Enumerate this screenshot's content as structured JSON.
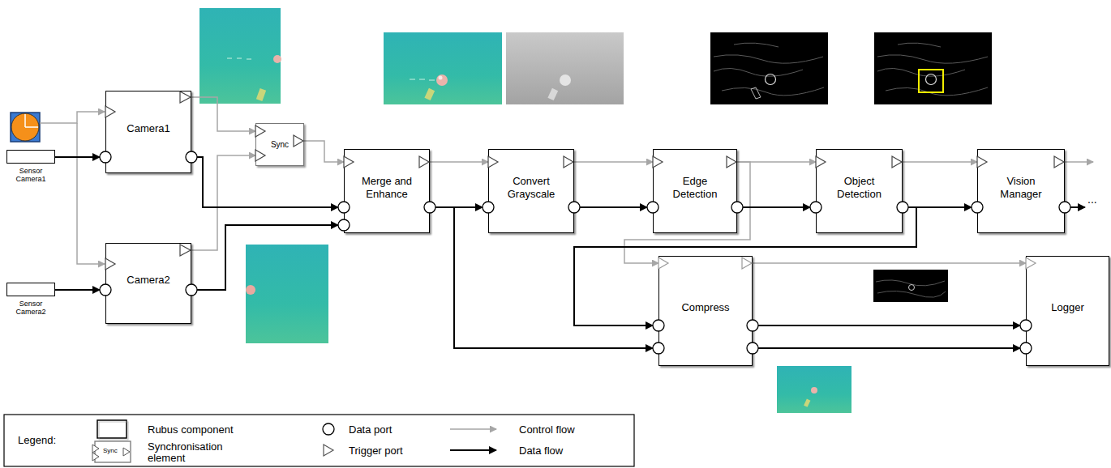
{
  "diagram": {
    "nodes": [
      {
        "text": [
          "Sensor Camera1"
        ]
      },
      {
        "text": [
          "Sensor Camera2"
        ]
      },
      {
        "text": [
          "Camera1"
        ]
      },
      {
        "text": [
          "Camera2"
        ]
      },
      {
        "text": [
          "Sync"
        ]
      },
      {
        "text": [
          "Merge and Enhance"
        ]
      },
      {
        "text": [
          "Convert Grayscale"
        ]
      },
      {
        "text": [
          "Edge Detection"
        ]
      },
      {
        "text": [
          "Object Detection"
        ]
      },
      {
        "text": [
          "Vision Manager"
        ]
      },
      {
        "text": [
          "Compress"
        ]
      },
      {
        "text": [
          "Logger"
        ]
      }
    ],
    "edges": [
      {
        "from": 2,
        "to": 4,
        "arrow": "to"
      },
      {
        "from": 3,
        "to": 4,
        "arrow": "to"
      },
      {
        "from": 4,
        "to": 5,
        "arrow": "to"
      },
      {
        "from": 5,
        "to": 6,
        "arrow": "to"
      },
      {
        "from": 6,
        "to": 7,
        "arrow": "to"
      },
      {
        "from": 7,
        "to": 8,
        "arrow": "to"
      },
      {
        "from": 7,
        "to": 10,
        "arrow": "to"
      },
      {
        "from": 8,
        "to": 9,
        "arrow": "to"
      },
      {
        "from": 10,
        "to": 11,
        "arrow": "to"
      },
      {
        "from": 0,
        "to": 2,
        "arrow": "to"
      },
      {
        "from": 1,
        "to": 3,
        "arrow": "to"
      },
      {
        "from": 2,
        "to": 5,
        "arrow": "to"
      },
      {
        "from": 3,
        "to": 5,
        "arrow": "to"
      },
      {
        "from": 5,
        "to": 6,
        "arrow": "to"
      },
      {
        "from": 6,
        "to": 7,
        "arrow": "to"
      },
      {
        "from": 7,
        "to": 8,
        "arrow": "to"
      },
      {
        "from": 8,
        "to": 9,
        "arrow": "to"
      },
      {
        "from": 5,
        "to": 10,
        "arrow": "to"
      },
      {
        "from": 8,
        "to": 10,
        "arrow": "to"
      },
      {
        "from": 10,
        "to": 11,
        "arrow": "to"
      },
      {
        "from": 10,
        "to": 11,
        "arrow": "to"
      }
    ],
    "labels": [
      "...",
      "Legend:",
      "Sync"
    ],
    "legend": [
      {
        "text": "Rubus component"
      },
      {
        "text": "Data port"
      },
      {
        "text": "Control flow"
      },
      {
        "text": "Synchronisation element"
      },
      {
        "text": "Trigger port"
      },
      {
        "text": "Data flow"
      }
    ]
  }
}
